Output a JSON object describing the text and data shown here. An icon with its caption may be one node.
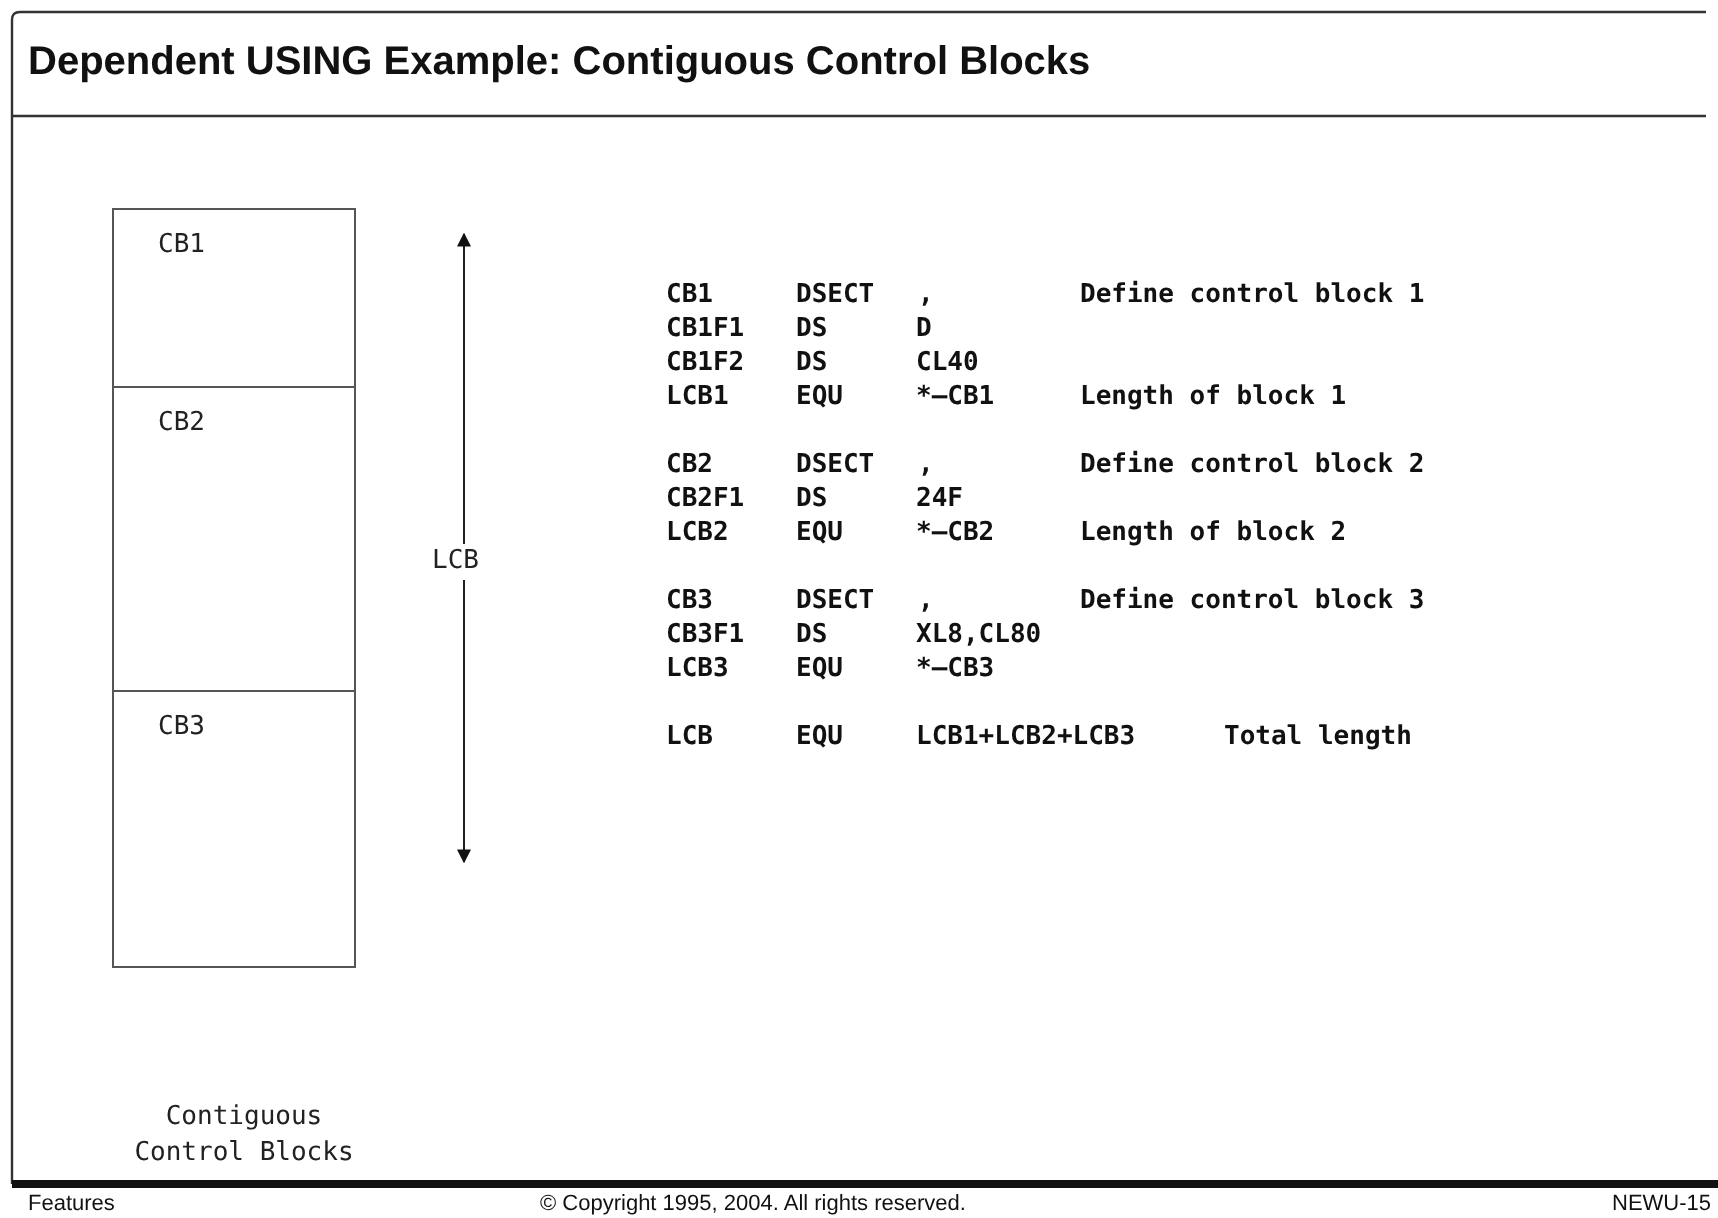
{
  "diagram": {
    "title": "Dependent USING Example: Contiguous Control Blocks",
    "nodes": [
      {
        "text": [
          "CB1"
        ]
      },
      {
        "text": [
          "CB2"
        ]
      },
      {
        "text": [
          "CB3"
        ]
      }
    ],
    "labels": [
      "LCB",
      "CB1",
      "DSECT",
      ",",
      "Define control block 1",
      "CB1F1",
      "DS",
      "D",
      "CB1F2",
      "DS",
      "CL40",
      "LCB1",
      "EQU",
      "*–CB1",
      "Length of block 1",
      "CB2",
      "DSECT",
      ",",
      "Define control block 2",
      "CB2F1",
      "DS",
      "24F",
      "LCB2",
      "EQU",
      "*–CB2",
      "Length of block 2",
      "CB3",
      "DSECT",
      ",",
      "Define control block 3",
      "CB3F1",
      "DS",
      "XL8,CL80",
      "LCB3",
      "EQU",
      "*–CB3",
      "LCB",
      "EQU",
      "LCB1+LCB2+LCB3",
      "Total length",
      "Contiguous Control Blocks",
      "Features",
      "© Copyright 1995, 2004. All rights reserved.",
      "NEWU-15"
    ]
  }
}
